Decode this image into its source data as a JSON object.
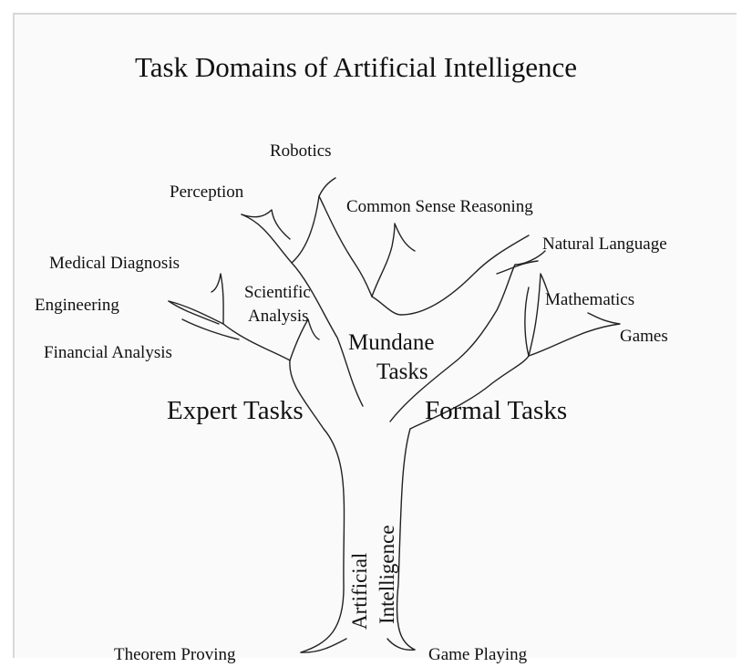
{
  "title": "Task Domains of Artificial Intelligence",
  "trunk_label": [
    "Artificial",
    "Intelligence"
  ],
  "categories": {
    "mundane": [
      "Mundane",
      "Tasks"
    ],
    "expert": "Expert Tasks",
    "formal": "Formal Tasks"
  },
  "mundane_tasks": [
    "Robotics",
    "Perception",
    "Common Sense Reasoning",
    "Natural Language"
  ],
  "expert_tasks": [
    "Medical Diagnosis",
    "Engineering",
    "Financial Analysis",
    "Scientific",
    "Analysis"
  ],
  "formal_tasks": [
    "Mathematics",
    "Games"
  ],
  "roots": [
    "Theorem Proving",
    "Game Playing"
  ],
  "colors": {
    "ink": "#111111",
    "background": "#fafafa"
  }
}
